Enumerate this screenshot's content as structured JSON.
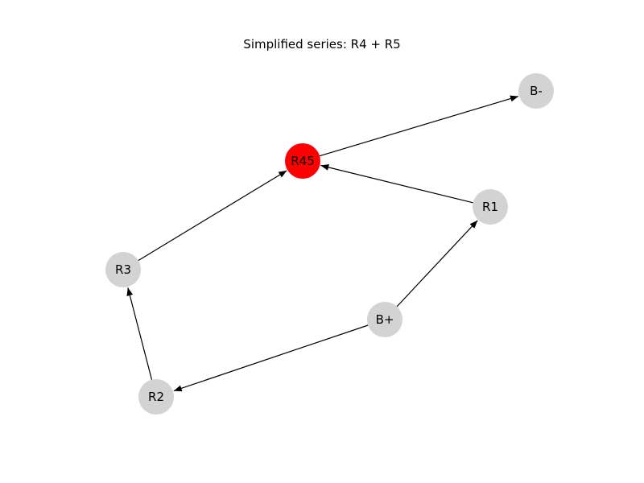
{
  "title": "Simplified series: R4 + R5",
  "colors": {
    "node_default": "#d3d3d3",
    "node_highlight": "#ff0000",
    "edge": "#000000"
  },
  "nodes": [
    {
      "id": "B-",
      "label": "B-",
      "highlight": false
    },
    {
      "id": "R45",
      "label": "R45",
      "highlight": true
    },
    {
      "id": "R1",
      "label": "R1",
      "highlight": false
    },
    {
      "id": "R3",
      "label": "R3",
      "highlight": false
    },
    {
      "id": "B+",
      "label": "B+",
      "highlight": false
    },
    {
      "id": "R2",
      "label": "R2",
      "highlight": false
    }
  ],
  "edges": [
    {
      "from": "R45",
      "to": "B-"
    },
    {
      "from": "R1",
      "to": "R45"
    },
    {
      "from": "R3",
      "to": "R45"
    },
    {
      "from": "B+",
      "to": "R1"
    },
    {
      "from": "B+",
      "to": "R2"
    },
    {
      "from": "R2",
      "to": "R3"
    }
  ]
}
